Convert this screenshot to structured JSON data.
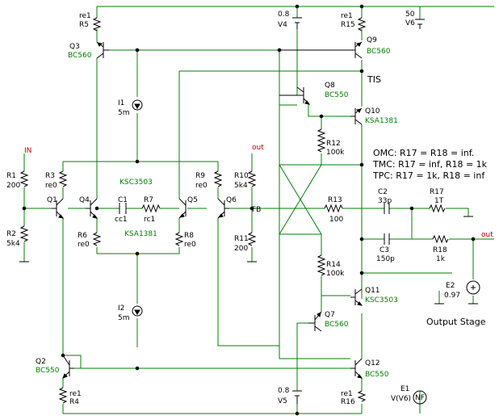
{
  "nodes": {
    "in": "IN",
    "out_fb": "out",
    "fb": "FB",
    "out_main": "out",
    "tis": "TIS",
    "output_stage": "Output Stage"
  },
  "notes": [
    "OMC: R17 = R18 = inf.",
    "TMC: R17 = inf, R18 = 1k",
    "TPC: R17 = 1k, R18 = inf"
  ],
  "resistors": {
    "R1": [
      "R1",
      "200"
    ],
    "R2": [
      "R2",
      "5k4"
    ],
    "R3": [
      "R3",
      "re0"
    ],
    "R4": [
      "re1",
      "R4"
    ],
    "R5": [
      "re1",
      "R5"
    ],
    "R6": [
      "R6",
      "re0"
    ],
    "R7": [
      "R7",
      "rc1"
    ],
    "R8": [
      "R8",
      "re0"
    ],
    "R9": [
      "R9",
      "re0"
    ],
    "R10": [
      "R10",
      "5k4"
    ],
    "R11": [
      "R11",
      "200"
    ],
    "R12": [
      "R12",
      "100k"
    ],
    "R13": [
      "R13",
      "100"
    ],
    "R14": [
      "R14",
      "100k"
    ],
    "R15": [
      "re1",
      "R15"
    ],
    "R16": [
      "re1",
      "R16"
    ],
    "R17": [
      "R17",
      "1T"
    ],
    "R18": [
      "R18",
      "1k"
    ]
  },
  "capacitors": {
    "C1": [
      "C1",
      "cc1"
    ],
    "C2": [
      "C2",
      "33p"
    ],
    "C3": [
      "C3",
      "150p"
    ]
  },
  "transistors": {
    "Q1": [
      "Q1",
      ""
    ],
    "Q2": [
      "Q2",
      "BC550"
    ],
    "Q3": [
      "Q3",
      "BC560"
    ],
    "Q4": [
      "Q4",
      ""
    ],
    "Q5": [
      "Q5",
      "KSA1381"
    ],
    "Q6": [
      "Q6",
      ""
    ],
    "Q7": [
      "Q7",
      "BC560"
    ],
    "Q8": [
      "Q8",
      "BC550"
    ],
    "Q9": [
      "Q9",
      "BC560"
    ],
    "Q10": [
      "Q10",
      "KSA1381"
    ],
    "Q11": [
      "Q11",
      "KSC3503"
    ],
    "Q12": [
      "Q12",
      "BC550"
    ],
    "Q4_type": "KSC3503"
  },
  "sources": {
    "I1": [
      "I1",
      "5m"
    ],
    "I2": [
      "I2",
      "5m"
    ],
    "V4": [
      "0.8",
      "V4"
    ],
    "V5": [
      "0.8",
      "V5"
    ],
    "V6": [
      "50",
      "V6"
    ],
    "E1": [
      "E1",
      "V(V6)",
      "NF"
    ],
    "E2": [
      "E2",
      "0.97"
    ]
  }
}
